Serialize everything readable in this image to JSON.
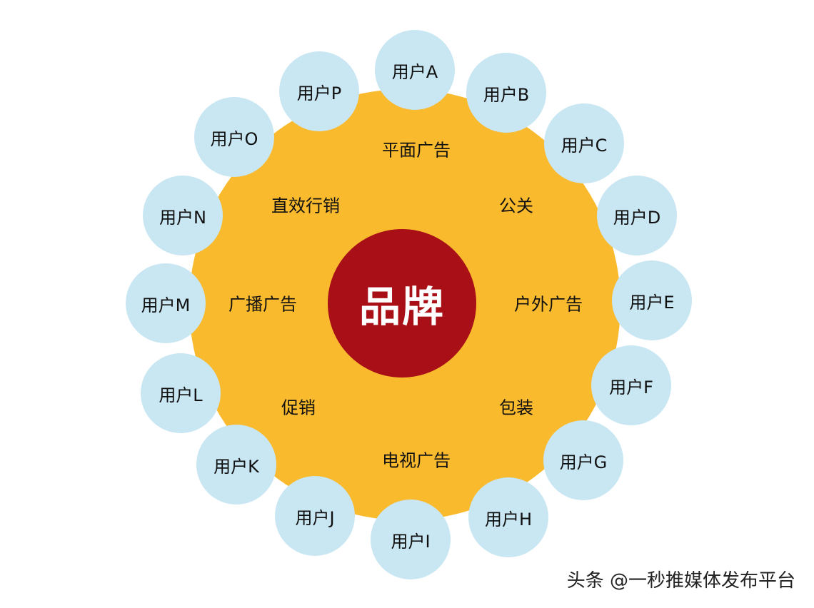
{
  "center": {
    "label": "品牌",
    "color": "#A80F17"
  },
  "ring_color": "#FABA2E",
  "node_color": "#C9E6F3",
  "channels": [
    "平面广告",
    "公关",
    "户外广告",
    "包装",
    "电视广告",
    "促销",
    "广播广告",
    "直效行销"
  ],
  "users": [
    "用户A",
    "用户B",
    "用户C",
    "用户D",
    "用户E",
    "用户F",
    "用户G",
    "用户H",
    "用户I",
    "用户J",
    "用户K",
    "用户L",
    "用户M",
    "用户N",
    "用户O",
    "用户P"
  ],
  "watermark": "头条 @一秒推媒体发布平台"
}
